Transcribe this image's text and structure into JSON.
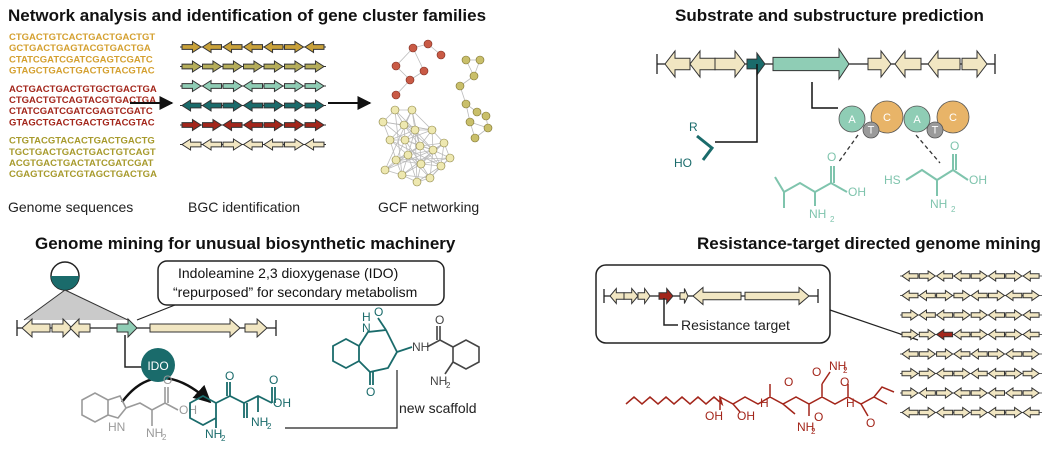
{
  "colors": {
    "gold": "#c8a13a",
    "beige": "#f1e6c2",
    "olive": "#b5ad5a",
    "teal_light": "#8fcdb5",
    "teal_dark": "#1a6b6b",
    "red": "#a3261b",
    "orange_domain": "#e8b468",
    "gray_domain": "#9a9a9a",
    "seq_gold": "#d4a030",
    "seq_red": "#a3261b",
    "seq_olive": "#a79a2c"
  },
  "panel1": {
    "title": "Network analysis and identification of gene cluster families",
    "seq_groups": [
      {
        "color": "gold",
        "lines": [
          "CTGACTGTCACTGACTGACTGT",
          "GCTGACTGAGTACGTGACTGA",
          "CTATCGATCGATCGAGTCGATC",
          "GTAGCTGACTGACTGTACGTAC"
        ]
      },
      {
        "color": "red",
        "lines": [
          "ACTGACTGACTGTGCTGACTGA",
          "CTGACTGTCAGTACGTGACTGA",
          "CTATCGATCGATCGAGTCGATC",
          "GTAGCTGACTGACTGTACGTAC"
        ]
      },
      {
        "color": "olive",
        "lines": [
          "CTGTACGTACACTGACTGACTG",
          "TGCTGACTGACTGACTGTCAGT",
          "ACGTGACTGACTATCGATCGAT",
          "CGAGTCGATCGTAGCTGACTGA"
        ]
      }
    ],
    "label_genomes": "Genome sequences",
    "label_bgc": "BGC identification",
    "label_gcf": "GCF networking"
  },
  "panel2": {
    "title": "Substrate and substructure prediction",
    "domains": [
      "A",
      "C",
      "A",
      "C"
    ],
    "t_domain": "T",
    "mol_r": {
      "r": "R",
      "ho": "HO"
    },
    "leu": {
      "oh": "OH",
      "o": "O",
      "nh": "NH",
      "sub": "2"
    },
    "cys": {
      "hs": "HS",
      "oh": "OH",
      "o": "O",
      "nh": "NH",
      "sub": "2"
    }
  },
  "panel3": {
    "title": "Genome mining for unusual biosynthetic machinery",
    "callout_line1": "Indoleamine 2,3 dioxygenase (IDO)",
    "callout_line2": "“repurposed” for secondary metabolism",
    "ido": "IDO",
    "new_scaffold": "new scaffold",
    "trp": {
      "oh": "OH",
      "o": "O",
      "nh2": "NH",
      "sub": "2",
      "hn": "HN"
    },
    "kyn": {
      "nh2a": "NH",
      "nh2b": "NH",
      "sub": "2",
      "oh": "OH",
      "o": "O",
      "o2": "O"
    },
    "scaffold": {
      "h": "H",
      "n": "N",
      "o": "O",
      "nh": "NH",
      "o2": "O",
      "o3": "O",
      "nh2": "NH",
      "sub": "2"
    }
  },
  "panel4": {
    "title": "Resistance-target  directed genome mining",
    "resistance_label": "Resistance target",
    "pep": {
      "oh1": "OH",
      "oh2": "OH",
      "o1": "O",
      "o2": "O",
      "o3": "O",
      "o4": "O",
      "o5": "O",
      "nh2a": "NH",
      "nh2b": "NH",
      "sub": "2",
      "h1": "H",
      "h2": "H"
    }
  }
}
